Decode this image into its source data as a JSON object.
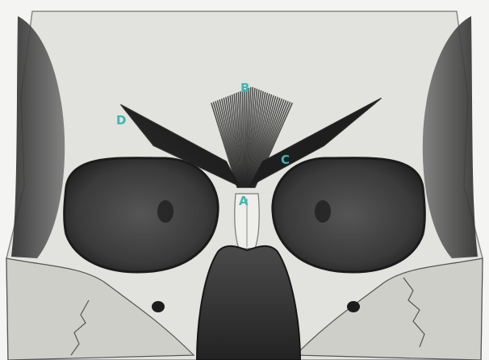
{
  "labels": {
    "a": "A",
    "b": "B",
    "c": "C",
    "d": "D"
  },
  "colors": {
    "label": "#3cb8b0",
    "paper": "#f4f4f2",
    "bone": "#dcdcd8",
    "shadow": "#2a2a2a"
  }
}
